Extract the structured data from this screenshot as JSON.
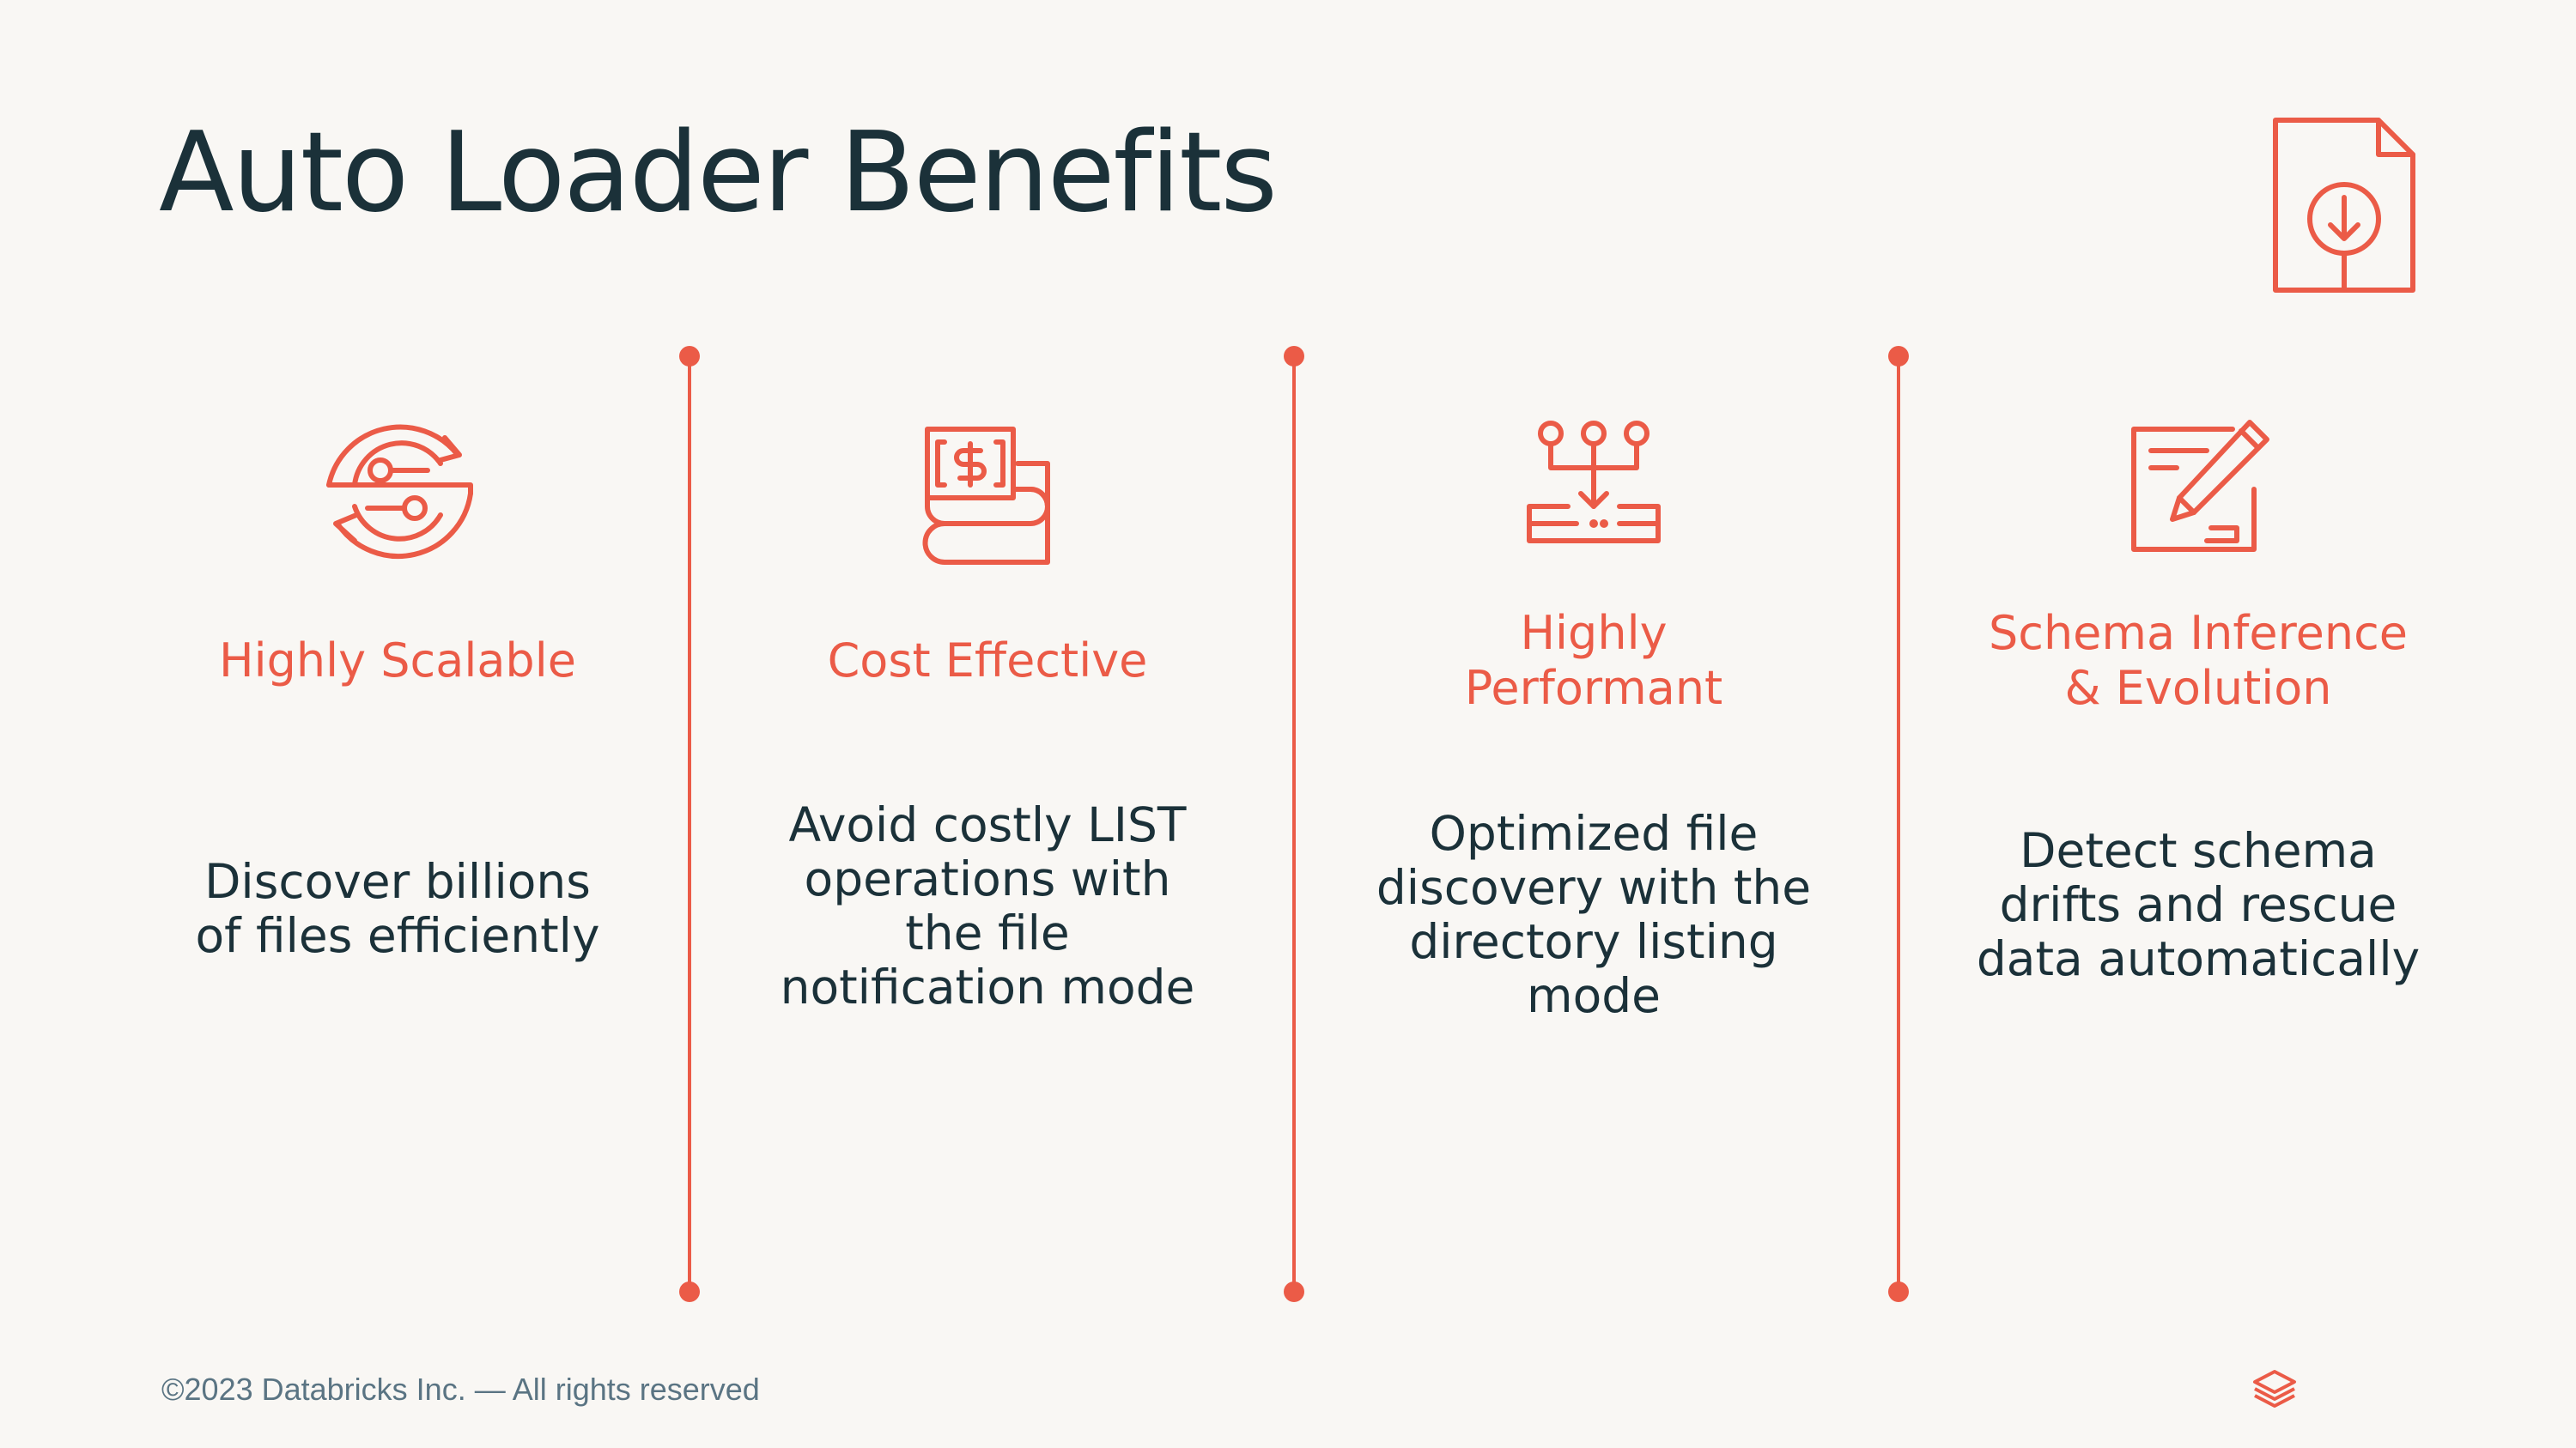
{
  "slide": {
    "title": "Auto Loader Benefits",
    "accent_color": "#eb5b47",
    "text_color": "#1b3139",
    "background_color": "#f9f7f4"
  },
  "columns": [
    {
      "icon": "scalable-arrows-icon",
      "heading": "Highly Scalable",
      "description": "Discover billions\nof files efficiently"
    },
    {
      "icon": "dollar-bill-icon",
      "heading": "Cost Effective",
      "description": "Avoid costly LIST\noperations with\nthe file\nnotification mode"
    },
    {
      "icon": "merge-to-tray-icon",
      "heading": "Highly\nPerformant",
      "description": "Optimized file\ndiscovery with the\ndirectory listing\nmode"
    },
    {
      "icon": "form-pencil-icon",
      "heading": "Schema Inference\n& Evolution",
      "description": "Detect schema\ndrifts and rescue\ndata automatically"
    }
  ],
  "footer": {
    "copyright": "©2023 Databricks Inc. — All rights reserved"
  }
}
